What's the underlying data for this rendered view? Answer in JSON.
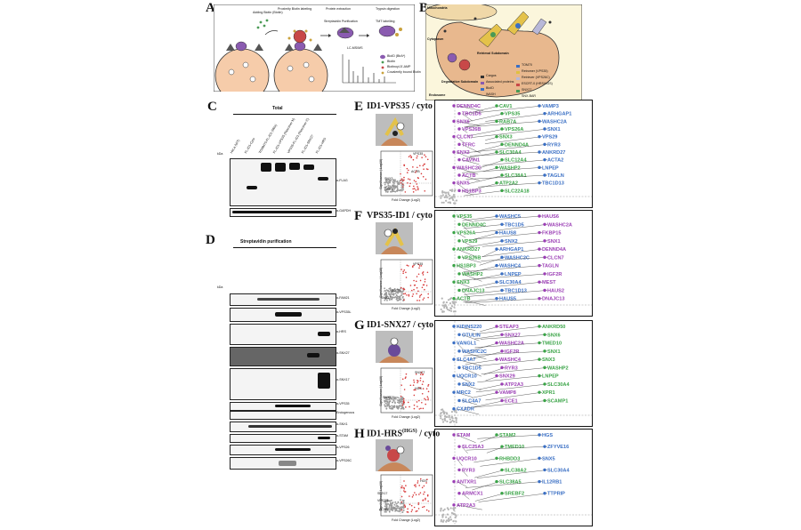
{
  "panels": {
    "A": "A",
    "B": "B",
    "C": "C",
    "D": "D",
    "E": "E",
    "F": "F",
    "G": "G",
    "H": "H"
  },
  "panel_a": {
    "steps": [
      "Adding Biotin (Biotin)",
      "Proximity Biotin labeling",
      "Protein extraction",
      "Streptavidin Purification",
      "Trypsin digestion",
      "TMT labelling",
      "LC-MS/MS"
    ],
    "legend": [
      "BioID (BirA*)",
      "Biotin",
      "Biotinoyl-5'-AMP",
      "Covalently bound Biotin"
    ]
  },
  "panel_b": {
    "labels": [
      "Mitochondria",
      "Cytoplasm",
      "Retrieval Subdomain",
      "Degradative Subdomain",
      "Endosome"
    ],
    "legend": [
      "TOM70",
      "Cargos",
      "Retromer (VPS35)",
      "Associated proteins",
      "Retriever (VPS26C)",
      "BioID",
      "WASH",
      "ESCRT-0 (HRS/HGS)",
      "SNX27",
      "SNX-BAR"
    ]
  },
  "panel_c": {
    "title": "Total",
    "lanes": [
      "HeLa (WT)",
      "FL-ID1-Cyto",
      "TOMM70-FL-ID1 (Mito)",
      "FL-ID1-VPS35 (Retromer N)",
      "VPS35-FL-ID1 (Retromer C)",
      "FL-ID1-SNX27",
      "FL-ID1-HRS"
    ],
    "blots": [
      "α-FLAG",
      "α-GAPDH"
    ],
    "kda_label": "kDa"
  },
  "panel_d": {
    "title": "Streptavidin purification",
    "blots": [
      "α-FAM21",
      "α-VPS35L",
      "α-HRS",
      "α-SNX27",
      "α-SNX17",
      "α-VPS35",
      "Endogenous",
      "α-SNX1",
      "α-STAM",
      "α-VPS26",
      "α-VPS26C"
    ],
    "kda_label": "kDa"
  },
  "panel_e": {
    "title": "ID1-VPS35 / cyto",
    "xlabel": "Fold Change (Log2)",
    "ylabel": "Significance (-Log10)",
    "inset_labels": [
      "VPS35",
      "ACTB",
      "SNX3",
      "CAV1"
    ],
    "labels": [
      "DENND4C",
      "CAV1",
      "VAMP3",
      "TBC1D5",
      "VPS35",
      "ARHGAP1",
      "SNX6",
      "RAB7A",
      "WASHC2A",
      "VPS26B",
      "VPS26A",
      "SNX1",
      "CLCN7",
      "SNX3",
      "VPS29",
      "TFRC",
      "DENND4A",
      "RYR3",
      "SNX2",
      "SLC30A4",
      "ANKRD27",
      "CAVIN1",
      "SLC12A4",
      "ACTA2",
      "WASHC2C",
      "WASHP2",
      "LNPEP",
      "ACTB",
      "SLC38A1",
      "TAGLN",
      "SNX5",
      "ATP2A2",
      "TBC1D13",
      "HS1BP3",
      "SLC22A18"
    ]
  },
  "panel_f": {
    "title": "VPS35-ID1 / cyto",
    "xlabel": "Fold Change (Log2)",
    "ylabel": "Significance (-Log10)",
    "inset_labels": [
      "VPS35",
      "ACTB",
      "SNX17"
    ],
    "labels": [
      "VPS35",
      "WASHC5",
      "HAUS6",
      "DENND4C",
      "TBC1D5",
      "WASHC2A",
      "VPS26A",
      "HAUS8",
      "FKBP15",
      "VPS29",
      "SNX2",
      "SNX1",
      "ANKRD27",
      "ARHGAP1",
      "DENND4A",
      "VPS26B",
      "WASHC2C",
      "CLCN7",
      "HS1BP3",
      "WASHC4",
      "TAGLN",
      "WASHP2",
      "LNPEP",
      "IGF2R",
      "SNX3",
      "SLC30A4",
      "MEST",
      "DNAJC13",
      "TBC1D13",
      "HAUS2",
      "ACTB",
      "HAUS5",
      "DNAJC13"
    ]
  },
  "panel_g": {
    "title": "ID1-SNX27 / cyto",
    "xlabel": "Fold Change (Log2)",
    "ylabel": "Significance (-Log10)",
    "inset_labels": [
      "SNX27",
      "HGS",
      "SNX17"
    ],
    "labels": [
      "KIDINS220",
      "STEAP3",
      "ANKRD50",
      "OTULIN",
      "SNX27",
      "SNX6",
      "VANGL1",
      "WASHC2A",
      "TMED10",
      "WASHC2C",
      "IGF2R",
      "SNX1",
      "SLC4A7",
      "WASHC4",
      "SNX3",
      "TBC1D5",
      "RYR3",
      "WASHP2",
      "UQCR10",
      "SNX29",
      "LNPEP",
      "SNX2",
      "ATP2A3",
      "SLC30A4",
      "MRC2",
      "VAMP8",
      "XPR1",
      "SLC4A7",
      "ECE1",
      "SCAMP1",
      "CXADR"
    ]
  },
  "panel_h": {
    "title": "ID1-HRS",
    "title_sup": "(HGS)",
    "title_tail": " / cyto",
    "xlabel": "Fold Change (Log2)",
    "ylabel": "Significance (-Log10)",
    "inset_labels": [
      "HGS",
      "SNX17",
      "VPS35L",
      "ACTB"
    ],
    "labels": [
      "STAM",
      "STAM2",
      "HGS",
      "SLC25A3",
      "TMED10",
      "ZFYVE16",
      "UQCR10",
      "RHBDD3",
      "SNX5",
      "RYR3",
      "SLC38A2",
      "SLC30A4",
      "ANTXR1",
      "SLC38A5",
      "IL12RB1",
      "ARMCX1",
      "SREBF2",
      "TTPRIP",
      "ATP2A3"
    ]
  },
  "colors": {
    "purple": "#9b3fb5",
    "green": "#3aa447",
    "blue": "#3a6fc4",
    "grey": "#9a9a9a",
    "red": "#d83a3a"
  }
}
